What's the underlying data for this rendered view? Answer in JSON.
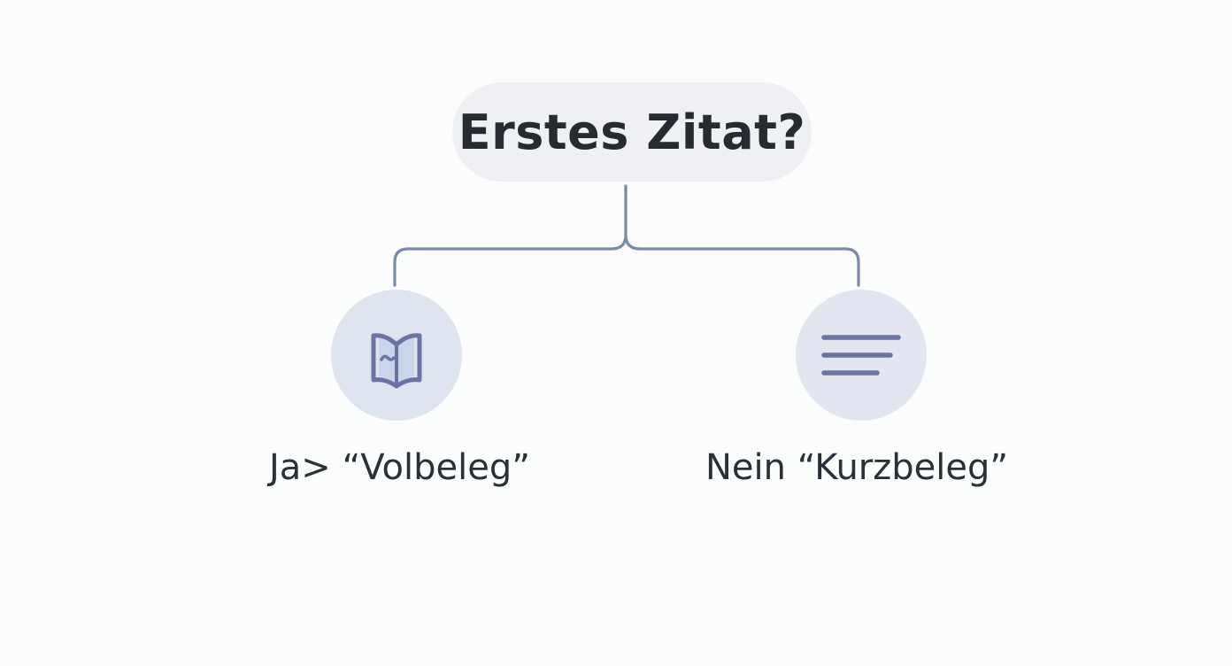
{
  "diagram": {
    "root": {
      "label": "Erstes Zitat?"
    },
    "branches": [
      {
        "icon": "book-icon",
        "label": "Ja> “Volbeleg”"
      },
      {
        "icon": "text-lines-icon",
        "label": "Nein “Kurzbeleg”"
      }
    ]
  },
  "colors": {
    "connector": "#7b8aa8",
    "icon_stroke": "#6b73a0",
    "book_fill": "#c9d5ea"
  }
}
